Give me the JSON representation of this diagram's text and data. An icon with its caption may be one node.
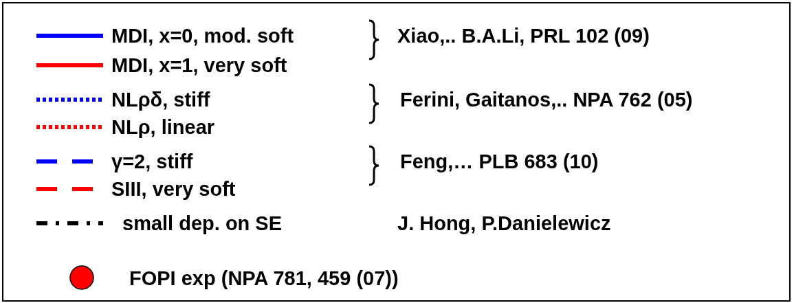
{
  "diagram": {
    "labels": [
      "Xiao,.. B.A.Li, PRL 102 (09)",
      "Ferini, Gaitanos,.. NPA 762 (05)",
      "Feng,… PLB 683 (10)",
      "J. Hong, P.Danielewicz"
    ],
    "legend": [
      {
        "text": "MDI, x=0, mod. soft"
      },
      {
        "text": "MDI, x=1, very soft"
      },
      {
        "text": "NLρδ, stiff"
      },
      {
        "text": "NLρ, linear"
      },
      {
        "text": "γ=2, stiff"
      },
      {
        "text": "SIII, very soft"
      },
      {
        "text": "small dep. on SE"
      },
      {
        "text": "FOPI  exp (NPA 781, 459 (07))"
      }
    ]
  }
}
